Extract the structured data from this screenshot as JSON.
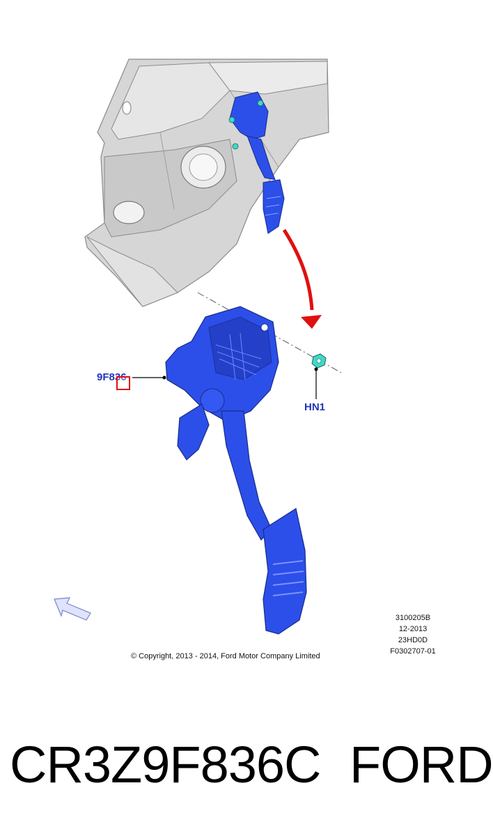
{
  "callouts": {
    "pedal_assembly": "9F836",
    "nut": "HN1"
  },
  "copyright": "© Copyright, 2013 - 2014, Ford Motor Company Limited",
  "doc_codes": [
    "3100205B",
    "12-2013",
    "23HD0D",
    "F0302707-01"
  ],
  "footer": {
    "part_number": "CR3Z9F836C",
    "brand": "FORD"
  },
  "colors": {
    "part_blue": "#2b4fe8",
    "panel_gray": "#cfcfcf",
    "arrow_red": "#e01010",
    "label_blue": "#2233bb",
    "nut_cyan": "#40d8c8"
  }
}
